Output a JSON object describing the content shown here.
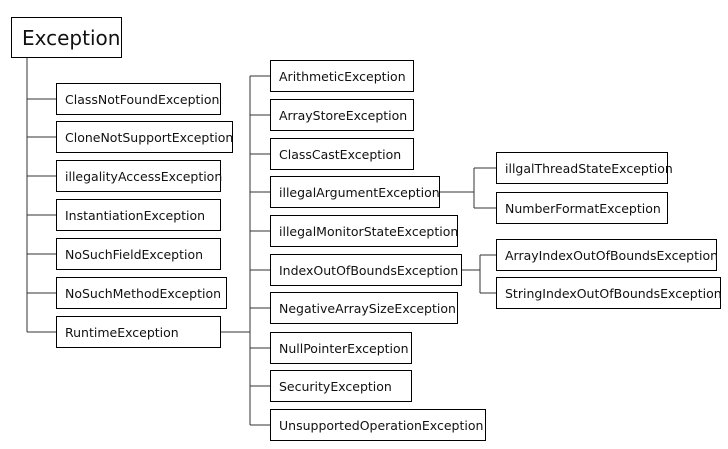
{
  "root": {
    "label": "Exception"
  },
  "level1": [
    {
      "label": "ClassNotFoundException"
    },
    {
      "label": "CloneNotSupportException"
    },
    {
      "label": "illegalityAccessException"
    },
    {
      "label": "InstantiationException"
    },
    {
      "label": "NoSuchFieldException"
    },
    {
      "label": "NoSuchMethodException"
    },
    {
      "label": "RuntimeException"
    }
  ],
  "runtime_children": [
    {
      "label": "ArithmeticException"
    },
    {
      "label": "ArrayStoreException"
    },
    {
      "label": "ClassCastException"
    },
    {
      "label": "illegalArgumentException"
    },
    {
      "label": "illegalMonitorStateException"
    },
    {
      "label": "IndexOutOfBoundsException"
    },
    {
      "label": "NegativeArraySizeException"
    },
    {
      "label": "NullPointerException"
    },
    {
      "label": "SecurityException"
    },
    {
      "label": "UnsupportedOperationException"
    }
  ],
  "illegal_argument_children": [
    {
      "label": "illgalThreadStateException"
    },
    {
      "label": "NumberFormatException"
    }
  ],
  "index_out_of_bounds_children": [
    {
      "label": "ArrayIndexOutOfBoundsException"
    },
    {
      "label": "StringIndexOutOfBoundsException"
    }
  ]
}
